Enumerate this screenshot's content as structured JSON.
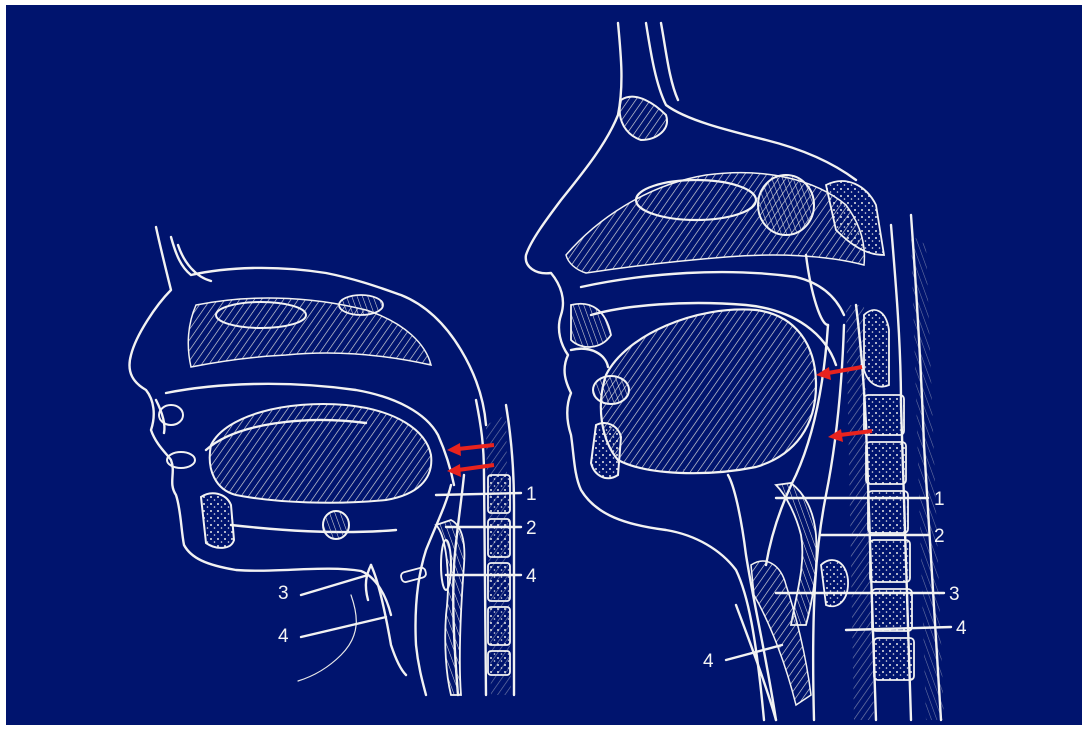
{
  "background_color": "#00146e",
  "line_color": "#f2f2f2",
  "arrow_color": "#e8231e",
  "left_figure": {
    "labels": [
      "1",
      "2",
      "3",
      "4",
      "4"
    ]
  },
  "right_figure": {
    "labels": [
      "1",
      "2",
      "3",
      "4",
      "4"
    ]
  }
}
